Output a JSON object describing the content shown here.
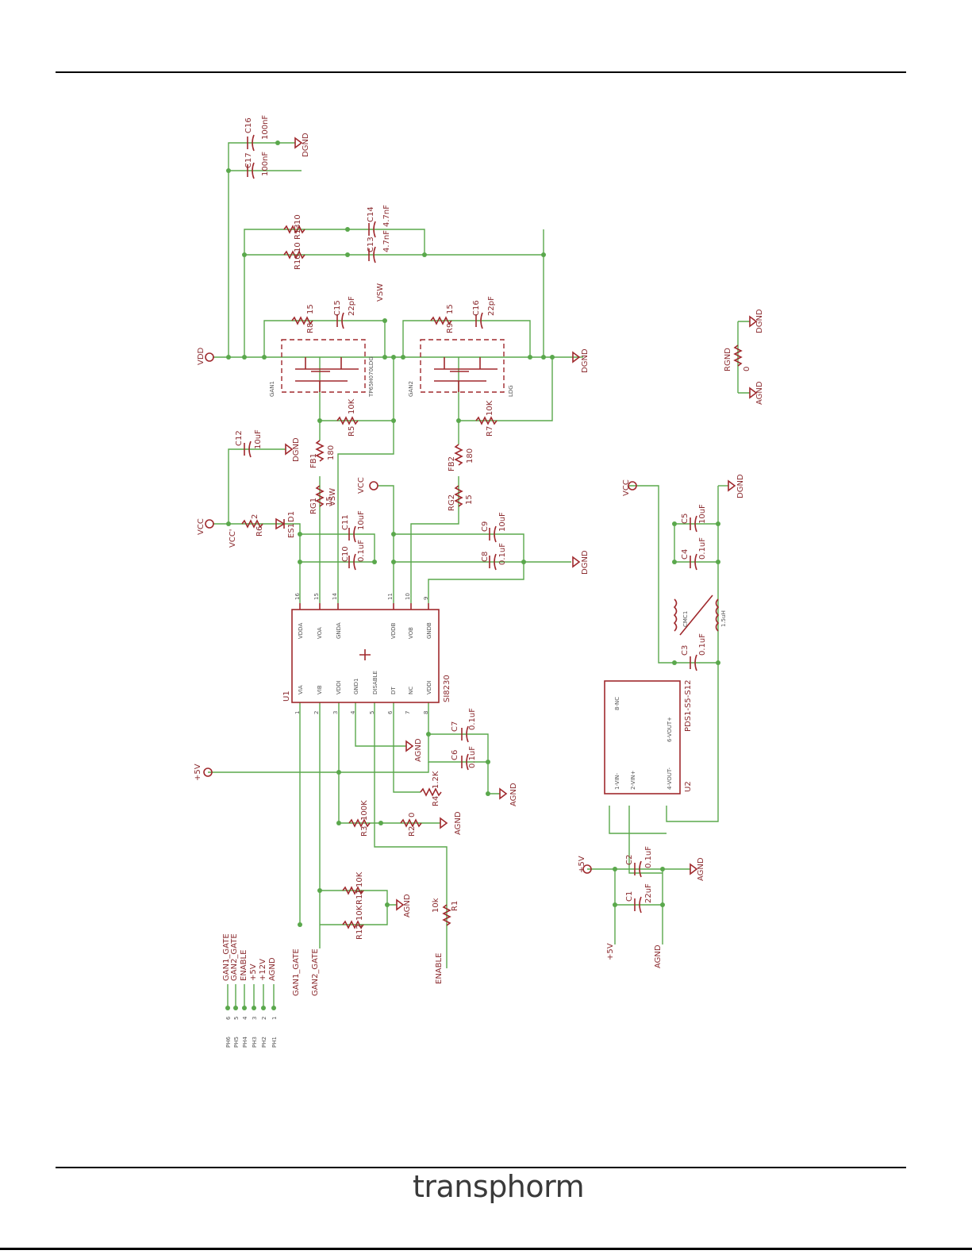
{
  "footer": {
    "logo_text": "transphorm"
  },
  "labels": {
    "vdd": "VDD",
    "dgnd": "DGND",
    "agnd": "AGND",
    "vcc": "VCC",
    "vccp": "VCC'",
    "vsw": "VSW",
    "p5v": "+5V",
    "enable": "ENABLE",
    "gan1_gate": "GAN1_GATE",
    "gan2_gate": "GAN2_GATE",
    "p12v": "+12V",
    "p5v_port": "+5V",
    "agnd_port": "AGND",
    "rgnd": "RGND",
    "zero": "0"
  },
  "components": {
    "c16": {
      "ref": "C16",
      "val": "100nF"
    },
    "c17": {
      "ref": "C17",
      "val": "100nF"
    },
    "r13": {
      "ref": "R13",
      "val": "10"
    },
    "r10": {
      "ref": "R10",
      "val": "10"
    },
    "c14": {
      "ref": "C14",
      "val": "4.7nF"
    },
    "c13": {
      "ref": "C13",
      "val": "4.7nF"
    },
    "r8": {
      "ref": "R8",
      "val": "15"
    },
    "c15": {
      "ref": "C15",
      "val": "22pF"
    },
    "r9": {
      "ref": "R9",
      "val": "15"
    },
    "c18": {
      "ref": "C16",
      "val": "22pF"
    },
    "gan1": {
      "ref": "GAN1",
      "val": "TP65H070LDG"
    },
    "gan2": {
      "ref": "GAN2",
      "val": "LDG"
    },
    "r5": {
      "ref": "R5",
      "val": "10K"
    },
    "r7": {
      "ref": "R7",
      "val": "10K"
    },
    "c12": {
      "ref": "C12",
      "val": "10uF"
    },
    "fb1": {
      "ref": "FB1",
      "val": "180"
    },
    "fb2": {
      "ref": "FB2",
      "val": "180"
    },
    "rg1": {
      "ref": "RG1",
      "val": "15"
    },
    "rg2": {
      "ref": "RG2",
      "val": "15"
    },
    "r6": {
      "ref": "R6",
      "val": "2"
    },
    "d1": {
      "ref": "D1",
      "val": "ES1"
    },
    "c11": {
      "ref": "C11",
      "val": "10uF"
    },
    "c10": {
      "ref": "C10",
      "val": "0.1uF"
    },
    "c9": {
      "ref": "C9",
      "val": "10uF"
    },
    "c8": {
      "ref": "C8",
      "val": "0.1uF"
    },
    "u1": {
      "ref": "U1",
      "val": "SI8230"
    },
    "c7": {
      "ref": "C7",
      "val": "0.1uF"
    },
    "c6": {
      "ref": "C6",
      "val": "0.1uF"
    },
    "r4": {
      "ref": "R4",
      "val": "1.2K"
    },
    "r3": {
      "ref": "R3",
      "val": "100K"
    },
    "r2": {
      "ref": "R2",
      "val": "0"
    },
    "r11": {
      "ref": "R11",
      "val": "10K"
    },
    "r12": {
      "ref": "R12",
      "val": "10K"
    },
    "r1": {
      "ref": "R1",
      "val": "10k"
    },
    "c5": {
      "ref": "C5",
      "val": "10uF"
    },
    "c4": {
      "ref": "C4",
      "val": "0.1uF"
    },
    "c3": {
      "ref": "C3",
      "val": "0.1uF"
    },
    "cmc1": {
      "ref": "CMC1",
      "val": "1.5uH"
    },
    "u2": {
      "ref": "U2",
      "val": "PDS1-S5-S12"
    },
    "c2": {
      "ref": "C2",
      "val": "0.1uF"
    },
    "c1": {
      "ref": "C1",
      "val": "22uF"
    }
  },
  "u1_pins": {
    "left": [
      "VIA",
      "VIB",
      "VDDI",
      "GND1",
      "DISABLE",
      "DT",
      "NC",
      "VDDI"
    ],
    "right": [
      "VDDA",
      "VOA",
      "GNDA",
      "VDDB",
      "VOB",
      "GNDB"
    ],
    "left_nums": [
      "1",
      "2",
      "3",
      "4",
      "5",
      "6",
      "7",
      "8"
    ],
    "right_nums": [
      "16",
      "15",
      "14",
      "11",
      "10",
      "9"
    ]
  },
  "u2_pins": [
    "8-NC",
    "6-VOUT+",
    "1-VIN-",
    "2-VIN+",
    "4-VOUT-"
  ],
  "header": {
    "pins": [
      "PH6",
      "PH5",
      "PH4",
      "PH3",
      "PH2",
      "PH1"
    ],
    "nums": [
      "6",
      "5",
      "4",
      "3",
      "2",
      "1"
    ],
    "names": [
      "GAN1_GATE",
      "GAN2_GATE",
      "ENABLE",
      "+5V",
      "+12V",
      "AGND"
    ]
  }
}
